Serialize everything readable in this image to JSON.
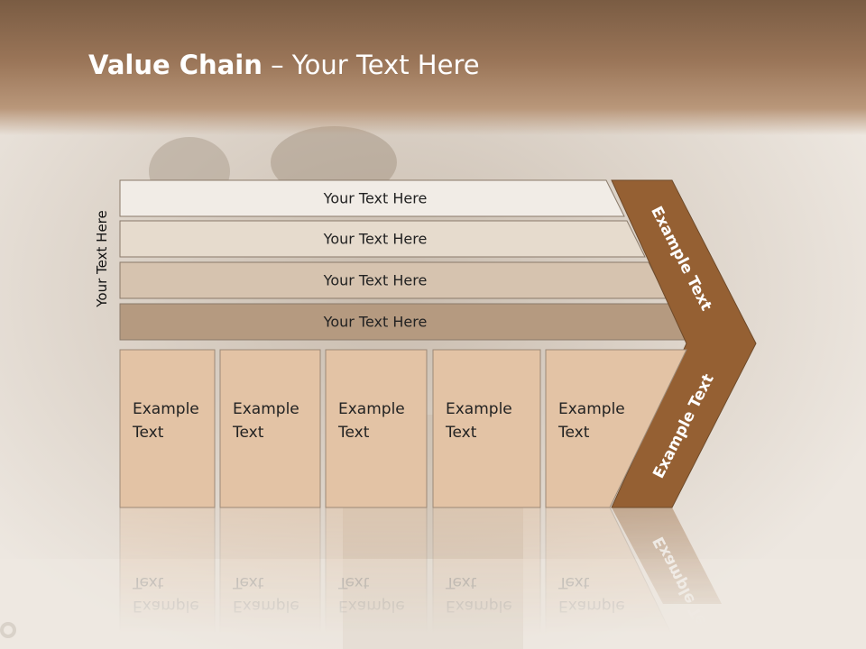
{
  "slide": {
    "title_bold": "Value Chain",
    "title_rest": " – Your Text Here",
    "side_label": "Your Text Here"
  },
  "support_bars": [
    {
      "label": "Your Text Here",
      "color": "#f1ece6"
    },
    {
      "label": "Your Text Here",
      "color": "#e6dbcd"
    },
    {
      "label": "Your Text Here",
      "color": "#d6c3af"
    },
    {
      "label": "Your Text Here",
      "color": "#b59a80"
    }
  ],
  "primary_activities": [
    {
      "line1": "Example",
      "line2": "Text"
    },
    {
      "line1": "Example",
      "line2": "Text"
    },
    {
      "line1": "Example",
      "line2": "Text"
    },
    {
      "line1": "Example",
      "line2": "Text"
    },
    {
      "line1": "Example",
      "line2": "Text"
    }
  ],
  "margin_arrow": {
    "top_label": "Example Text",
    "bottom_label": "Example Text",
    "color": "#956033"
  },
  "colors": {
    "activity_fill": "#e3c3a5",
    "activity_stroke": "#9c8a78"
  }
}
